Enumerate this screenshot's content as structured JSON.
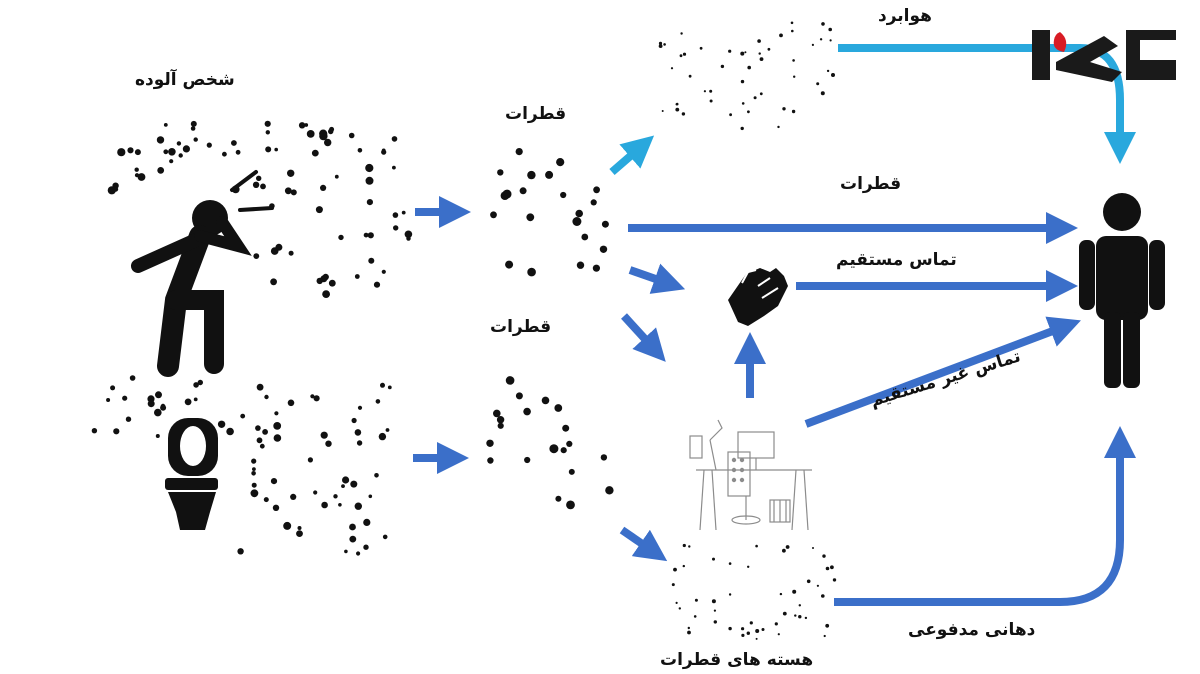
{
  "labels": {
    "infected_person": "شخص آلوده",
    "droplets_top": "قطرات",
    "droplets_middle": "قطرات",
    "aircraft": "هوابرد",
    "droplets_to_person": "قطرات",
    "direct_contact": "تماس مستقیم",
    "indirect_contact": "تماس غیر مستقیم",
    "fecal_oral": "دهانی مدفوعی",
    "droplet_nuclei": "هسته های قطرات"
  },
  "colors": {
    "arrow_dark": "#3b6fc9",
    "arrow_light": "#29a8dd",
    "dots": "#111111",
    "logo_red": "#d81c24",
    "logo_dark": "#1a1a1a"
  },
  "icons": [
    "sneezing-person-icon",
    "toilet-icon",
    "hand-icon",
    "person-icon",
    "office-desk-icon",
    "logo-icon"
  ]
}
